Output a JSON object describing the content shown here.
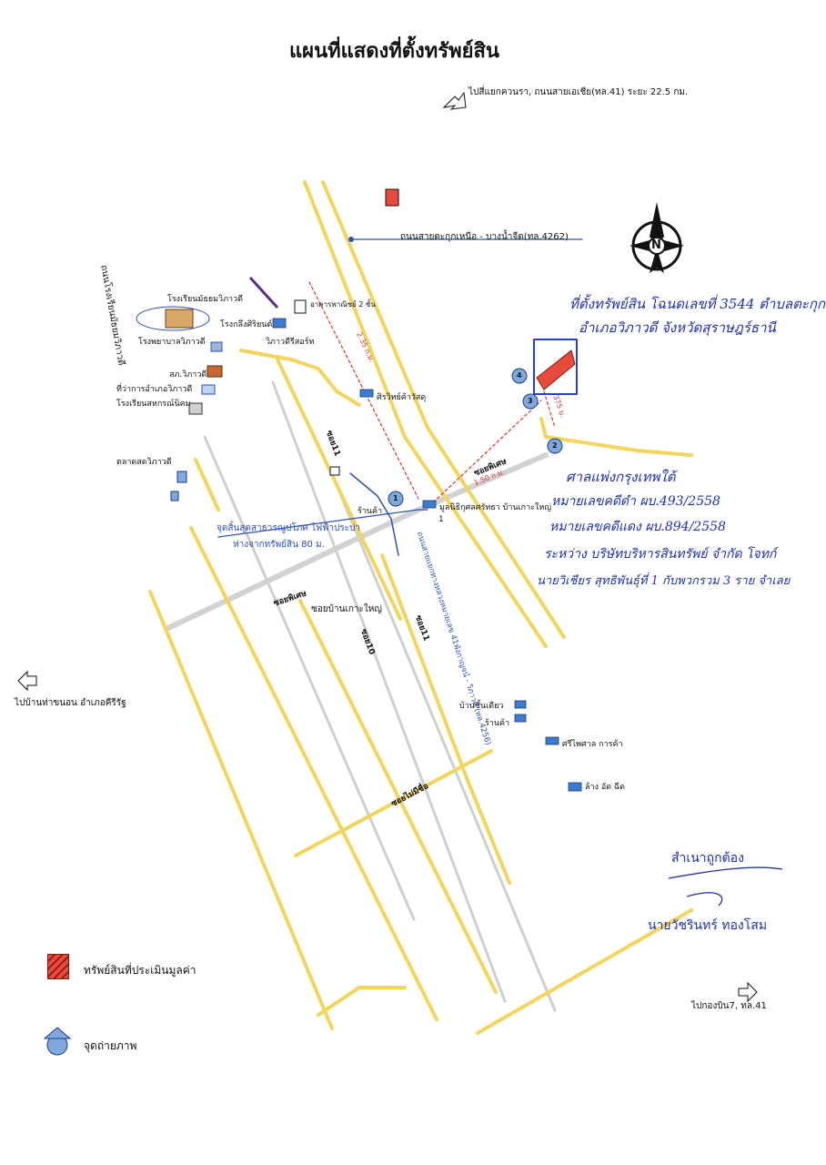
{
  "title": "แผนที่แสดงที่ตั้งทรัพย์สิน",
  "directions": {
    "top_right": "ไปสี่แยกควนรา, ถนนสายเอเชีย(ทล.41) ระยะ 22.5 กม.",
    "left": "ไปบ้านท่าขนอน อำเภอคีรีรัฐ",
    "bottom_right": "ไปกองบิน7, ทล.41"
  },
  "roads": {
    "main_road_top": "ถนนสายตะกุกเหนือ - บางน้ำจืด(ทล.4262)",
    "left_vertical": "ถนนโรงเรียนมัธยมวิภาวดี",
    "vertical_main": "ถนนสายแยกทางหลวงหมายเลข 41พังกาญจน์ - วิภาวดี (ทล.4256)",
    "soi_piset_upper": "ซอยพิเศษ",
    "soi_piset_lower": "ซอยพิเศษ",
    "soi_11_a": "ซอย11",
    "soi_11_b": "ซอย11",
    "soi_10": "ซอย10",
    "soi_ban_ko_yai": "ซอยบ้านเกาะใหญ่",
    "soi_mai_chue": "ซอยไม่มีชื่อ"
  },
  "places": {
    "school_matthayom": "โรงเรียนมัธยมวิภาวดี",
    "hospital": "โรงพยาบาลวิภาวดี",
    "police": "สภ.วิภาวดี",
    "district_office": "ที่ว่าการอำเภอวิภาวดี",
    "school_sahakorn": "โรงเรียนสหกรณ์นิคม",
    "market": "ตลาดสดวิภาวดี",
    "factory": "โรงกลึงศิริยนต์",
    "shophouse": "อาคารพาณิชย์ 2 ชั้น",
    "garage": "วิภาวดีรีสอร์ท",
    "store_sirivat": "ศิรวิทย์ค้าวัสดุ",
    "foundation": "มูลนิธิกุศลศรัทธา บ้านเกาะใหญ่",
    "shop_1": "ร้านค้า",
    "shop_2": "ร้านค้า",
    "ban_chan_diao": "บ้านชั้นเดียว",
    "sriphaisan": "ศรีไพศาล การค้า",
    "tang_ad_chid": "ล้าง อัด ฉีด",
    "foundation_num": "1"
  },
  "distances": {
    "d1": "2.35 ก.ม.",
    "d2": "1.50 ก.ม.",
    "d3": "375 ม."
  },
  "utility_note": {
    "line1": "จุดสิ้นสุดสาธารณูปโภค ไฟฟ้าประปา",
    "line2": "ห่างจากทรัพย์สิน 80 ม."
  },
  "photo_points": [
    "1",
    "2",
    "3",
    "4"
  ],
  "compass_letter": "N",
  "handwriting": {
    "location_1": "ที่ตั้งทรัพย์สิน โฉนดเลขที่ 3544 ตำบลตะกุกใต้",
    "location_2": "อำเภอวิภาวดี จังหวัดสุราษฎร์ธานี",
    "court_1": "ศาลแพ่งกรุงเทพใต้",
    "court_2": "หมายเลขคดีดำ ผบ.493/2558",
    "court_3": "หมายเลขคดีแดง ผบ.894/2558",
    "court_4": "ระหว่าง บริษัทบริหารสินทรัพย์ จำกัด โจทก์",
    "court_5": "นายวิเชียร สุทธิพันธุ์ที่ 1 กับพวกรวม 3 ราย จำเลย",
    "certified": "สำเนาถูกต้อง",
    "signer": "นายวัชรินทร์ ทองโสม"
  },
  "legend": {
    "property": "ทรัพย์สินที่ประเมินมูลค่า",
    "photo_point": "จุดถ่ายภาพ"
  },
  "colors": {
    "road_yellow": "#f2d55a",
    "road_gray": "#c8c8c8",
    "property_red": "#e84b3c",
    "handwriting_blue": "#1d2fb8",
    "boundary_blue": "#2a3fd4",
    "distance_red": "#d9342b"
  }
}
